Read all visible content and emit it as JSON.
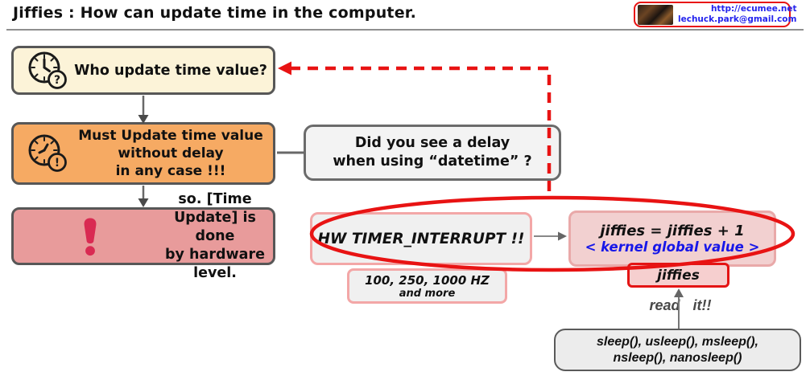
{
  "header": {
    "title": "Jiffies : How can update time in the computer.",
    "badge": {
      "url": "http://ecumee.net",
      "email": "lechuck.park@gmail.com"
    }
  },
  "boxes": {
    "who": {
      "label": "Who update time value?"
    },
    "must": {
      "line1": "Must Update time value",
      "line2": "without delay",
      "line3": "in any case !!!"
    },
    "hardware": {
      "line1": "so. [Time Update] is done",
      "line2": "by hardware level."
    },
    "datetime": {
      "line1": "Did you see a delay",
      "line2": "when using “datetime” ?"
    },
    "hw_timer": {
      "label": "HW TIMER_INTERRUPT !!"
    },
    "hz": {
      "line1": "100, 250, 1000 HZ",
      "line2": "and more"
    },
    "jiffies_inc": {
      "line1": "jiffies = jiffies + 1",
      "line2": "< kernel global value >"
    },
    "jiffies": {
      "label": "jiffies"
    },
    "sleep": {
      "line1": "sleep(), usleep(), msleep(),",
      "line2": "nsleep(), nanosleep()"
    }
  },
  "labels": {
    "read_it": "read it!!"
  },
  "icons": {
    "question_glyph": "?",
    "exclamation_glyph": "!"
  },
  "colors": {
    "accent_red": "#e81313",
    "cream": "#fcf3d8",
    "orange": "#f6aa63",
    "rose": "#e89b9b",
    "pink_fill": "#f2d0d0",
    "pink_border": "#f3a7a7",
    "link_blue": "#2424ee",
    "kernel_blue": "#1717e8",
    "gray_fill": "#f0f0f0",
    "border_gray": "#575757",
    "crimson_icon": "#d92a52"
  }
}
